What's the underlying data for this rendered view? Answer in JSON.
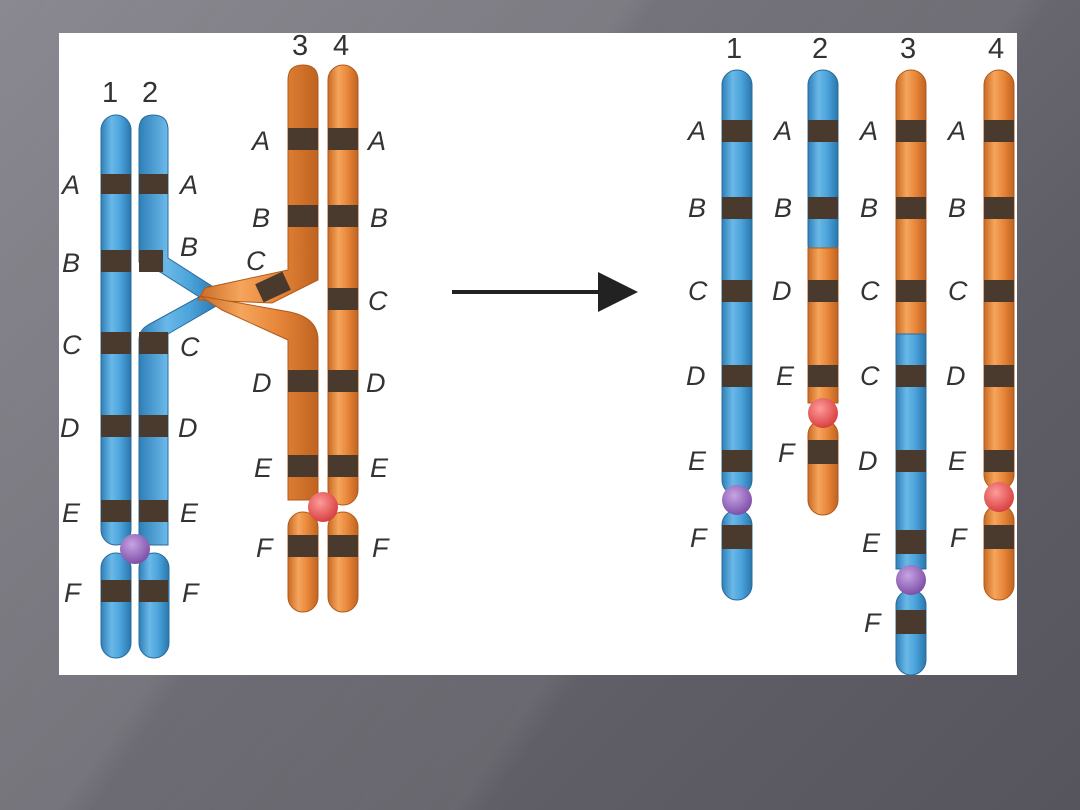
{
  "colors": {
    "blue": "#4aa3da",
    "orange": "#e8873a",
    "band": "#4a3a2e",
    "centromere_purple": "#8a5bb0",
    "centromere_red": "#e04848",
    "arrow": "#222222"
  },
  "left_panel": {
    "numbers": [
      "1",
      "2",
      "3",
      "4"
    ],
    "chromosome_1_labels": [
      "A",
      "B",
      "C",
      "D",
      "E",
      "F"
    ],
    "chromosome_2_labels": [
      "A",
      "B",
      "C",
      "D",
      "E",
      "F"
    ],
    "chromosome_3_labels": [
      "A",
      "B",
      "C",
      "D",
      "E",
      "F"
    ],
    "chromosome_4_labels": [
      "A",
      "B",
      "C",
      "D",
      "E",
      "F"
    ]
  },
  "right_panel": {
    "numbers": [
      "1",
      "2",
      "3",
      "4"
    ],
    "chromosome_1_labels": [
      "A",
      "B",
      "C",
      "D",
      "E",
      "F"
    ],
    "chromosome_2_labels": [
      "A",
      "B",
      "D",
      "E",
      "F"
    ],
    "chromosome_3_labels": [
      "A",
      "B",
      "C",
      "C",
      "D",
      "E",
      "F"
    ],
    "chromosome_4_labels": [
      "A",
      "B",
      "C",
      "D",
      "E",
      "F"
    ]
  }
}
